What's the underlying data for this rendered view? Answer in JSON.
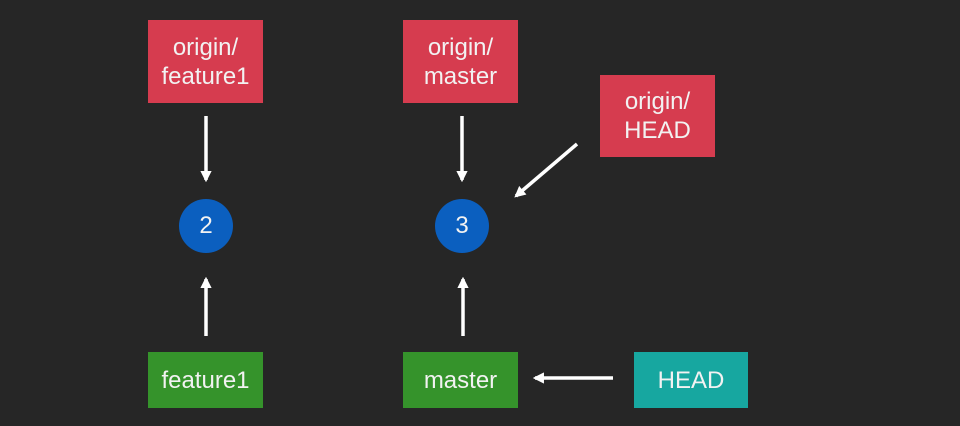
{
  "colors": {
    "background": "#262626",
    "remote_branch": "#d63c4f",
    "local_branch": "#35932b",
    "head": "#17a7a0",
    "commit": "#0b5fbf",
    "arrow": "#ffffff"
  },
  "remote_branches": {
    "origin_feature1": {
      "line1": "origin/",
      "line2": "feature1"
    },
    "origin_master": {
      "line1": "origin/",
      "line2": "master"
    },
    "origin_head": {
      "line1": "origin/",
      "line2": "HEAD"
    }
  },
  "commits": {
    "c2": "2",
    "c3": "3"
  },
  "local_branches": {
    "feature1": "feature1",
    "master": "master"
  },
  "head": "HEAD",
  "pointers": [
    {
      "from": "origin/feature1",
      "to": "2"
    },
    {
      "from": "feature1",
      "to": "2"
    },
    {
      "from": "origin/master",
      "to": "3"
    },
    {
      "from": "origin/HEAD",
      "to": "3"
    },
    {
      "from": "master",
      "to": "3"
    },
    {
      "from": "HEAD",
      "to": "master"
    }
  ]
}
